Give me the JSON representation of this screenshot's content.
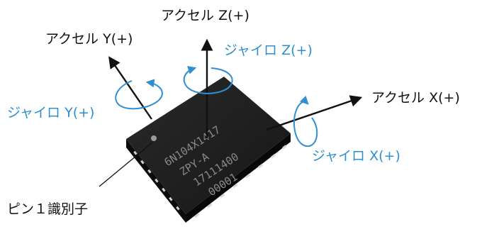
{
  "labels": {
    "accel_z": "アクセル Z(+)",
    "accel_y": "アクセル Y(+)",
    "accel_x": "アクセル X(+)",
    "gyro_z": "ジャイロ Z(+)",
    "gyro_y": "ジャイロ Y(+)",
    "gyro_x": "ジャイロ X(+)",
    "pin1": "ピン１識別子"
  },
  "chip": {
    "markings": [
      "6N104X1417",
      "ZPY-A",
      "17111400",
      "00001"
    ]
  },
  "colors": {
    "accel": "#111111",
    "gyro": "#2f8fd0",
    "chip_body": "#1c1c1c"
  }
}
